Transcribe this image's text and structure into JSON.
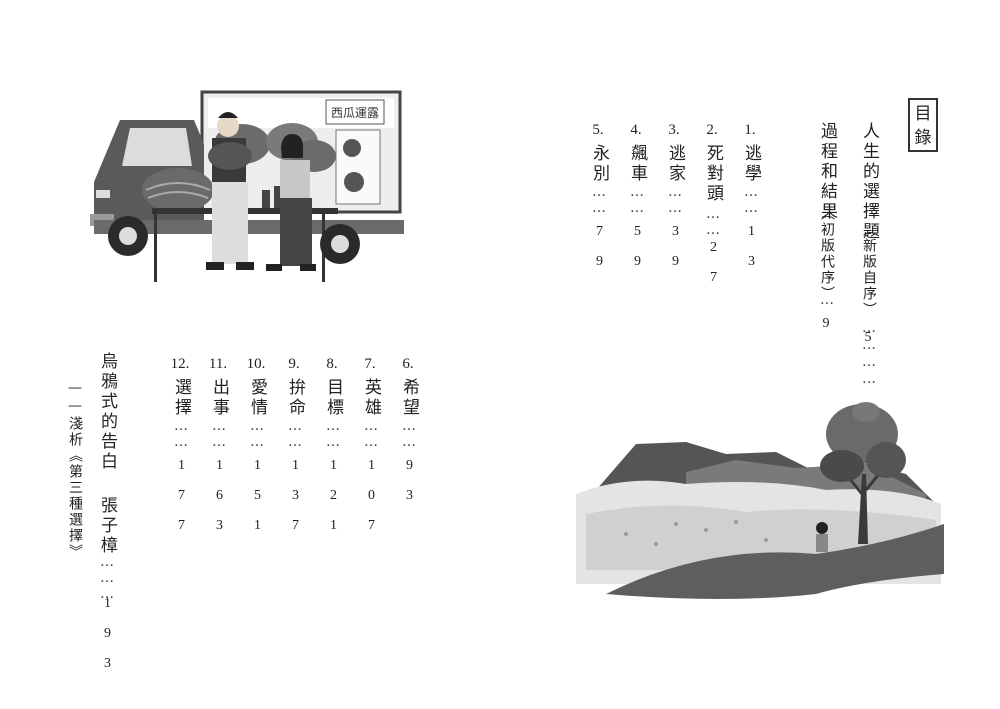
{
  "toc_heading": [
    "目",
    "錄"
  ],
  "truck_sign": "西瓜運露",
  "prefaces": [
    {
      "title": "人生的選擇題",
      "note": "（新版自序）",
      "page": "5"
    },
    {
      "title": "過程和結果",
      "note": "（初版代序）",
      "page": "9"
    }
  ],
  "chapters_top": [
    {
      "num": "1.",
      "title": "逃學",
      "page": "1 3"
    },
    {
      "num": "2.",
      "title": "死對頭",
      "page": "2 7"
    },
    {
      "num": "3.",
      "title": "逃家",
      "page": "3 9"
    },
    {
      "num": "4.",
      "title": "飆車",
      "page": "5 9"
    },
    {
      "num": "5.",
      "title": "永別",
      "page": "7 9"
    }
  ],
  "chapters_bottom": [
    {
      "num": "6.",
      "title": "希望",
      "page": "9 3"
    },
    {
      "num": "7.",
      "title": "英雄",
      "page": "1 0 7"
    },
    {
      "num": "8.",
      "title": "目標",
      "page": "1 2 1"
    },
    {
      "num": "9.",
      "title": "拚命",
      "page": "1 3 7"
    },
    {
      "num": "10.",
      "title": "愛情",
      "page": "1 5 1"
    },
    {
      "num": "11.",
      "title": "出事",
      "page": "1 6 3"
    },
    {
      "num": "12.",
      "title": "選擇",
      "page": "1 7 7"
    }
  ],
  "afterword": {
    "title": "烏鴉式的告白",
    "subtitle": "——淺析《第三種選擇》",
    "author": "張子樟",
    "page": "1 9 3"
  },
  "colors": {
    "ink": "#222222",
    "mid_gray": "#8a8a8a",
    "light_gray": "#cfcfcf",
    "dark_gray": "#4a4a4a"
  }
}
